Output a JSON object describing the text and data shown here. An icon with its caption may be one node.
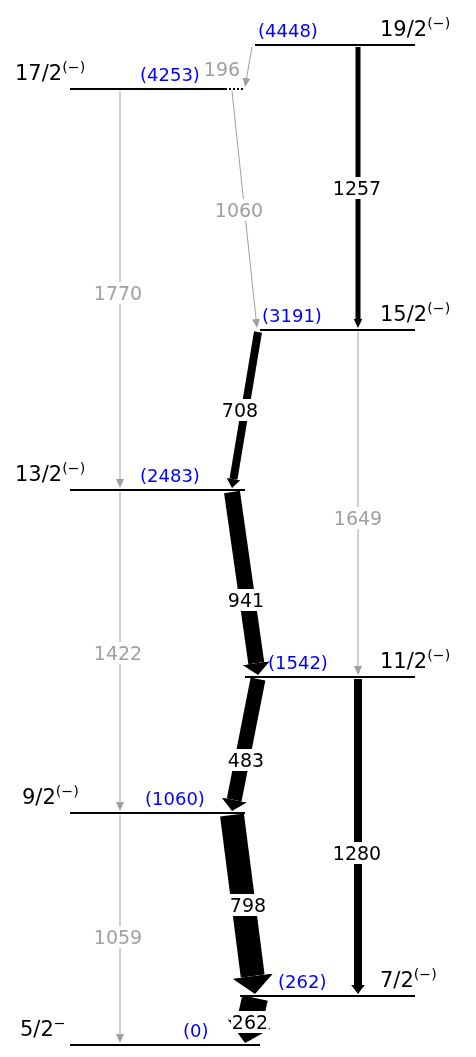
{
  "diagram": {
    "nodes": [
      {
        "text": [
          "(4448)",
          "19/2$^{(−)}$"
        ]
      },
      {
        "text": [
          "17/2$^{(−)}$",
          "(4253)"
        ]
      },
      {
        "text": [
          "(3191)",
          "15/2$^{(−)}$"
        ]
      },
      {
        "text": [
          "13/2$^{(−)}$",
          "(2483)"
        ]
      },
      {
        "text": [
          "(1542)",
          "11/2$^{(−)}$"
        ]
      },
      {
        "text": [
          "9/2$^{(−)}$",
          "(1060)"
        ]
      },
      {
        "text": [
          "(262)",
          "7/2$^{(−)}$"
        ]
      },
      {
        "text": [
          "5/2$^{−}$",
          "(0)"
        ]
      }
    ],
    "edges": [
      {
        "from": 0,
        "to": 1,
        "arrow": "to",
        "label": "196",
        "color": "#a0a0a0"
      },
      {
        "from": 1,
        "to": 2,
        "arrow": "to",
        "label": "1060",
        "color": "#a0a0a0"
      },
      {
        "from": 0,
        "to": 2,
        "arrow": "to",
        "label": "1257"
      },
      {
        "from": 1,
        "to": 3,
        "arrow": "to",
        "label": "1770",
        "color": "#a0a0a0"
      },
      {
        "from": 2,
        "to": 3,
        "arrow": "to",
        "label": "708"
      },
      {
        "from": 2,
        "to": 4,
        "arrow": "to",
        "label": "1649",
        "color": "#a0a0a0"
      },
      {
        "from": 3,
        "to": 4,
        "arrow": "to",
        "label": "941",
        "style": "thick"
      },
      {
        "from": 3,
        "to": 5,
        "arrow": "to",
        "label": "1422",
        "color": "#a0a0a0"
      },
      {
        "from": 4,
        "to": 5,
        "arrow": "to",
        "label": "483",
        "style": "thick"
      },
      {
        "from": 4,
        "to": 6,
        "arrow": "to",
        "label": "1280"
      },
      {
        "from": 5,
        "to": 6,
        "arrow": "to",
        "label": "798",
        "style": "thick"
      },
      {
        "from": 5,
        "to": 7,
        "arrow": "to",
        "label": "1059",
        "color": "#a0a0a0"
      },
      {
        "from": 6,
        "to": 7,
        "arrow": "to",
        "label": "262",
        "style": "thick"
      }
    ]
  }
}
